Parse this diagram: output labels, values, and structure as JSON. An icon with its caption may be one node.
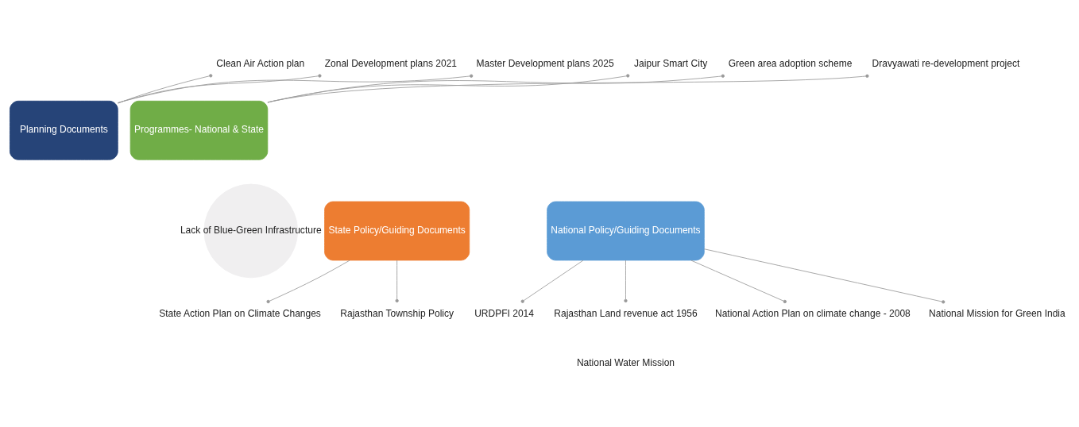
{
  "diagram": {
    "nodes": [
      {
        "text": [
          "Lack of Blue-Green Infrastructure"
        ]
      },
      {
        "text": [
          "Planning Documents"
        ]
      },
      {
        "text": [
          "Programmes- National & State"
        ]
      },
      {
        "text": [
          "National Policy/Guiding Documents"
        ]
      },
      {
        "text": [
          "State Policy/Guiding Documents"
        ]
      },
      {
        "text": [
          "Clean Air Action plan"
        ]
      },
      {
        "text": [
          "Zonal Development plans 2021"
        ]
      },
      {
        "text": [
          "Master Development plans 2025"
        ]
      },
      {
        "text": [
          "Jaipur Smart City"
        ]
      },
      {
        "text": [
          "Green area adoption scheme"
        ]
      },
      {
        "text": [
          "Dravyawati re-development project"
        ]
      },
      {
        "text": [
          "National Action Plan on climate change - 2008"
        ]
      },
      {
        "text": [
          "National Mission for Green India"
        ]
      },
      {
        "text": [
          "URDPFI 2014"
        ]
      },
      {
        "text": [
          "Rajasthan Land revenue act 1956"
        ]
      },
      {
        "text": [
          "State Action Plan on Climate Changes"
        ]
      },
      {
        "text": [
          "Rajasthan Township Policy"
        ]
      }
    ],
    "edges": [
      {
        "from": 1,
        "to": 5,
        "arrow": "other"
      },
      {
        "from": 1,
        "to": 6,
        "arrow": "other"
      },
      {
        "from": 1,
        "to": 7,
        "arrow": "other"
      },
      {
        "from": 2,
        "to": 8,
        "arrow": "other"
      },
      {
        "from": 2,
        "to": 9,
        "arrow": "other"
      },
      {
        "from": 2,
        "to": 10,
        "arrow": "other"
      },
      {
        "from": 3,
        "to": 11,
        "arrow": "other"
      },
      {
        "from": 3,
        "to": 12,
        "arrow": "other"
      },
      {
        "from": 3,
        "to": 13,
        "arrow": "other"
      },
      {
        "from": 3,
        "to": 14,
        "arrow": "other"
      },
      {
        "from": 4,
        "to": 15,
        "arrow": "other"
      },
      {
        "from": 4,
        "to": 16,
        "arrow": "other"
      }
    ],
    "labels": [
      "National Water Mission"
    ]
  }
}
